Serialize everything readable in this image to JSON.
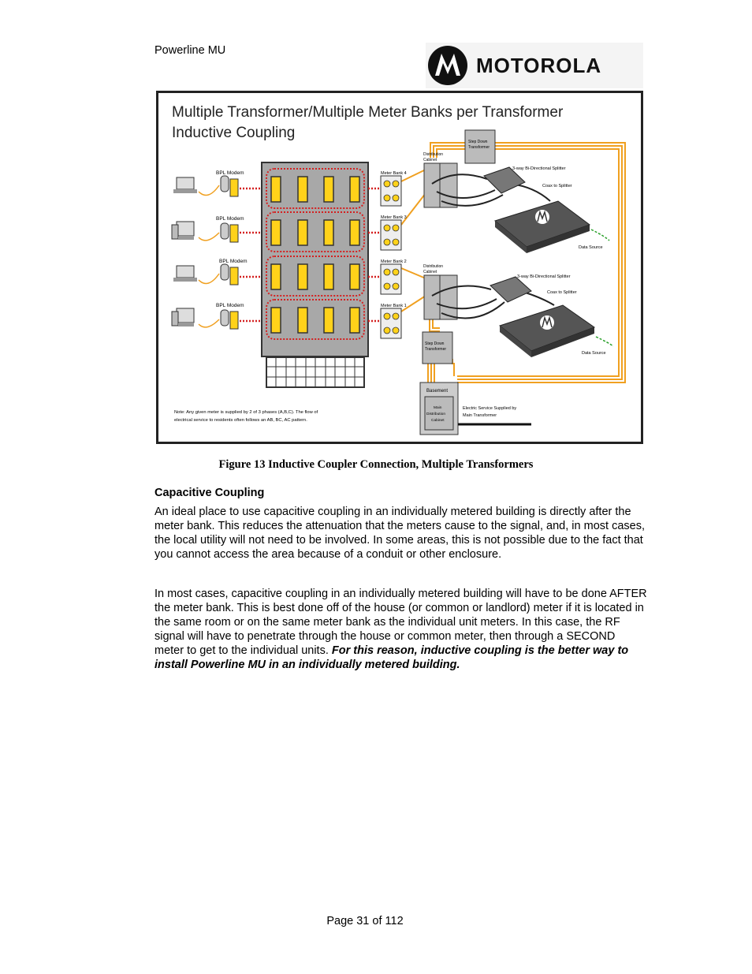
{
  "header": {
    "title": "Powerline MU",
    "logo_text": "MOTOROLA"
  },
  "figure": {
    "title_line1": "Multiple Transformer/Multiple Meter Banks per Transformer",
    "title_line2": "Inductive Coupling",
    "modem_labels": [
      "BPL Modem",
      "BPL Modem",
      "BPL Modem",
      "BPL Modem"
    ],
    "meter_banks": [
      "Meter Bank 4",
      "Meter Bank 3",
      "Meter Bank 2",
      "Meter Bank 1"
    ],
    "dist_cabinet_top_1": "Distribution",
    "dist_cabinet_top_2": "Cabinet",
    "dist_cabinet_bottom_1": "Distribution",
    "dist_cabinet_bottom_2": "Cabinet",
    "step_down_top_1": "Step Down",
    "step_down_top_2": "Transformer",
    "step_down_bottom_1": "Step Down",
    "step_down_bottom_2": "Transformer",
    "splitter_top": "3-way Bi-Directional Splitter",
    "splitter_bottom": "3-way Bi-Directional Splitter",
    "coax_top": "Coax to Splitter",
    "coax_bottom": "Coax to Splitter",
    "data_source_top": "Data Source",
    "data_source_bottom": "Data Source",
    "basement": "Basement",
    "main_dist_1": "Main",
    "main_dist_2": "Distribution",
    "main_dist_3": "Cabinet",
    "electric_service_1": "Electric Service Supplied by",
    "electric_service_2": "Main Transformer",
    "note_line1": "Note: Any given meter is supplied by 2 of 3 phases (A,B,C).  The flow of",
    "note_line2": "electrical service to residents often follows an AB, BC, AC pattern."
  },
  "caption": "Figure 13 Inductive Coupler Connection, Multiple Transformers",
  "section": {
    "heading": "Capacitive Coupling",
    "p1": "An ideal place to use capacitive coupling in an individually metered building is directly after the meter bank. This reduces the attenuation that the meters cause to the signal, and, in most cases, the local utility will not need to be involved.  In some areas, this is not possible due to the fact that you cannot access the area because of a conduit or other enclosure.",
    "p2": "In most cases, capacitive coupling in an individually metered building will have to be done AFTER the meter bank. This is best done off of the house (or common or landlord) meter if it is located in the same room or on the same meter bank as the individual unit meters. In this case, the RF signal will have to penetrate through the house or common meter, then through a SECOND meter to get to the individual units. ",
    "p2_emphasis": "For this reason, inductive coupling is the better way to install Powerline MU in an individually metered building."
  },
  "footer": {
    "page": "Page 31 of 112"
  },
  "colors": {
    "orange": "#f0a020",
    "yellow": "#ffd21a",
    "red_dots": "#d42020",
    "green_dash": "#2aa02a"
  }
}
